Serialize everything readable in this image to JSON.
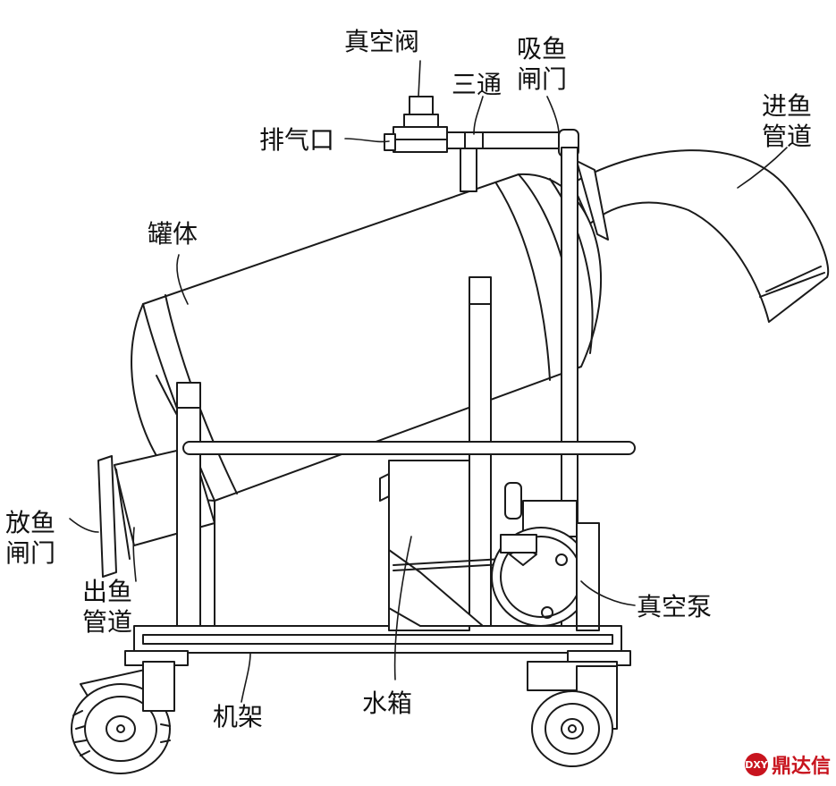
{
  "labels": {
    "vacuum_valve": "真空阀",
    "tee": "三通",
    "suction_gate": [
      "吸鱼",
      "闸门"
    ],
    "inlet_pipe": [
      "进鱼",
      "管道"
    ],
    "exhaust_port": "排气口",
    "tank_body": "罐体",
    "discharge_gate": [
      "放鱼",
      "闸门"
    ],
    "outlet_pipe": [
      "出鱼",
      "管道"
    ],
    "vacuum_pump": "真空泵",
    "frame": "机架",
    "water_tank": "水箱"
  },
  "watermark": {
    "badge": "DXY",
    "text": "鼎达信",
    "color": "#c8141e"
  },
  "colors": {
    "stroke": "#1a1a1a",
    "fill": "#ffffff",
    "shade": "#e6e6e6"
  }
}
